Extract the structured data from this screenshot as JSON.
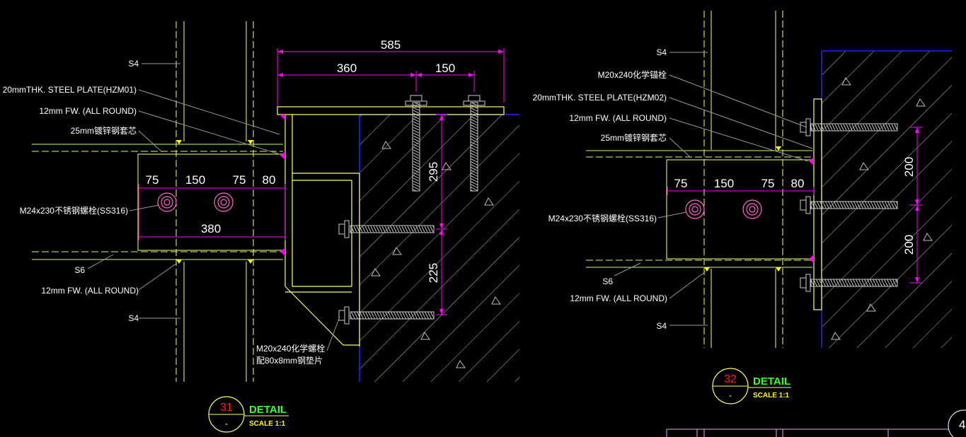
{
  "colors": {
    "background": "#000000",
    "steel": "#ffff66",
    "dimension": "#ff00ff",
    "concrete_edge": "#2222ff",
    "hatch": "#bbbbbb",
    "leader": "#9a9a9a",
    "text": "#ffffff",
    "detail_green": "#33ff33",
    "detail_number": "#ff2020"
  },
  "detail31": {
    "labels": {
      "s4_top": "S4",
      "plate": "20mmTHK. STEEL PLATE(HZM01)",
      "fw_top": "12mm FW. (ALL ROUND)",
      "core": "25mm镀锌钢套芯",
      "bolt": "M24x230不锈钢螺栓(SS316)",
      "s6": "S6",
      "fw_bottom": "12mm FW. (ALL ROUND)",
      "s4_bottom": "S4",
      "anchor_line1": "M20x240化学螺栓",
      "anchor_line2": "配80x8mm钢垫片"
    },
    "dims": {
      "total": "585",
      "left": "360",
      "right": "150",
      "d75a": "75",
      "d150": "150",
      "d75b": "75",
      "d80": "80",
      "d380": "380",
      "v295": "295",
      "v225": "225"
    },
    "title": {
      "number": "31",
      "word": "DETAIL",
      "dash": "-",
      "scale": "SCALE 1:1"
    }
  },
  "detail32": {
    "labels": {
      "s4_top": "S4",
      "anchor": "M20x240化学锚栓",
      "plate": "20mmTHK. STEEL PLATE(HZM02)",
      "fw_top": "12mm FW. (ALL ROUND)",
      "core": "25mm镀锌钢套芯",
      "bolt": "M24x230不锈钢螺栓(SS316)",
      "s6": "S6",
      "fw_bottom": "12mm FW. (ALL ROUND)",
      "s4_bottom": "S4"
    },
    "dims": {
      "d75a": "75",
      "d150": "150",
      "d75b": "75",
      "d80": "80",
      "v200a": "200",
      "v200b": "200"
    },
    "title": {
      "number": "32",
      "word": "DETAIL",
      "dash": "-",
      "scale": "SCALE 1:1"
    }
  },
  "corner_fragment": "4"
}
